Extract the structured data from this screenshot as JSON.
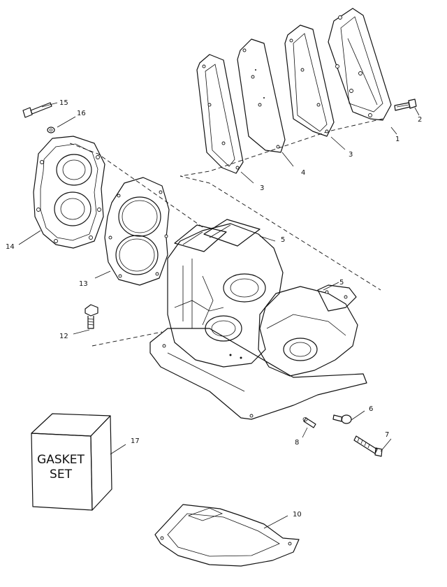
{
  "callouts": {
    "c1": "1",
    "c2": "2",
    "c3a": "3",
    "c3b": "3",
    "c4": "4",
    "c5a": "5",
    "c5b": "5",
    "c6": "6",
    "c7": "7",
    "c8": "8",
    "c10": "10",
    "c12": "12",
    "c13": "13",
    "c14": "14",
    "c15": "15",
    "c16": "16",
    "c17": "17"
  },
  "gasket_box": {
    "line1": "GASKET",
    "line2": "SET"
  }
}
